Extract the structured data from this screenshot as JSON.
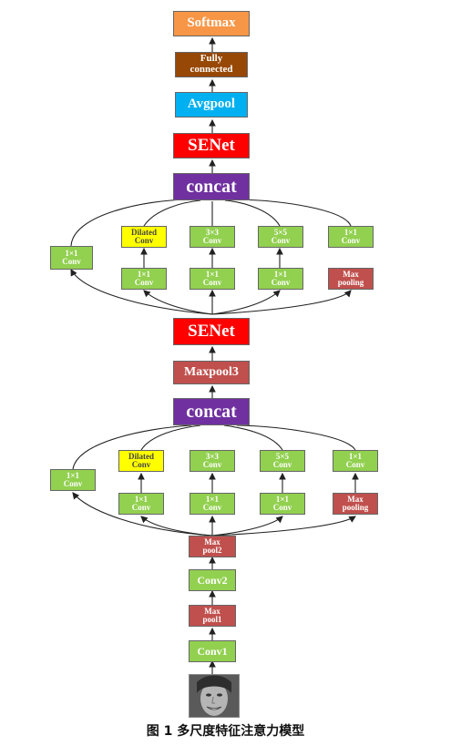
{
  "caption": "图 1    多尺度特征注意力模型",
  "top": {
    "softmax": "Softmax",
    "fully_connected": "Fully\nconnected",
    "avgpool": "Avgpool",
    "senet": "SENet",
    "concat": "concat"
  },
  "block2": {
    "left_conv": "1×1\nConv",
    "dilated_conv": "Dilated\nConv",
    "conv3": "3×3\nConv",
    "conv5": "5×5\nConv",
    "conv1_right": "1×1\nConv",
    "b1x1_a": "1×1\nConv",
    "b1x1_b": "1×1\nConv",
    "b1x1_c": "1×1\nConv",
    "maxpooling": "Max\npooling"
  },
  "middle": {
    "senet": "SENet",
    "maxpool3": "Maxpool3",
    "concat": "concat"
  },
  "block1": {
    "left_conv": "1×1\nConv",
    "dilated_conv": "Dilated\nConv",
    "conv3": "3×3\nConv",
    "conv5": "5×5\nConv",
    "conv1_right": "1×1\nConv",
    "b1x1_a": "1×1\nConv",
    "b1x1_b": "1×1\nConv",
    "b1x1_c": "1×1\nConv",
    "maxpooling": "Max\npooling"
  },
  "bottom": {
    "maxpool2": "Max\npool2",
    "conv2": "Conv2",
    "maxpool1": "Max\npool1",
    "conv1": "Conv1"
  },
  "colors": {
    "green": "#92d050",
    "yellow": "#ffff00",
    "brown": "#c0504d",
    "purple": "#7030a0",
    "red": "#ff0000",
    "orange": "#f79646",
    "dark_brown": "#974806",
    "cyan": "#00b0f0"
  },
  "input_image": "face-photo"
}
